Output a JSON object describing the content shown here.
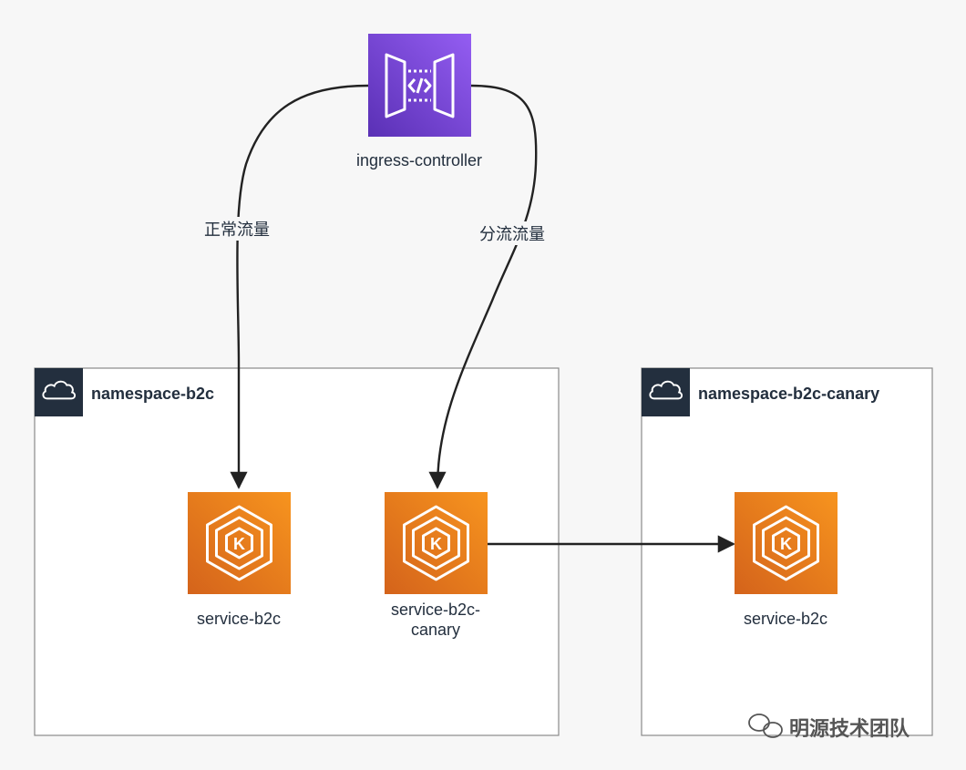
{
  "nodes": {
    "ingress": {
      "label": "ingress-controller",
      "icon": "api-gateway-icon",
      "color_top": "#945df2",
      "color_bottom": "#5a30b5"
    },
    "svc_b2c": {
      "label": "service-b2c",
      "icon": "kubernetes-icon"
    },
    "svc_b2c_canary": {
      "label": "service-b2c-\ncanary",
      "icon": "kubernetes-icon"
    },
    "svc_b2c_in_canary_ns": {
      "label": "service-b2c",
      "icon": "kubernetes-icon"
    }
  },
  "groups": {
    "ns_b2c": {
      "title": "namespace-b2c",
      "icon": "cloud-icon"
    },
    "ns_b2c_canary": {
      "title": "namespace-b2c-canary",
      "icon": "cloud-icon"
    }
  },
  "edges": {
    "normal": {
      "label": "正常流量"
    },
    "split": {
      "label": "分流流量"
    }
  },
  "colors": {
    "k8s_top": "#f7941e",
    "k8s_bottom": "#d4631b",
    "group_header": "#232f3e",
    "edge": "#222222"
  },
  "watermark": {
    "text": "明源技术团队",
    "icon": "wechat-icon"
  }
}
